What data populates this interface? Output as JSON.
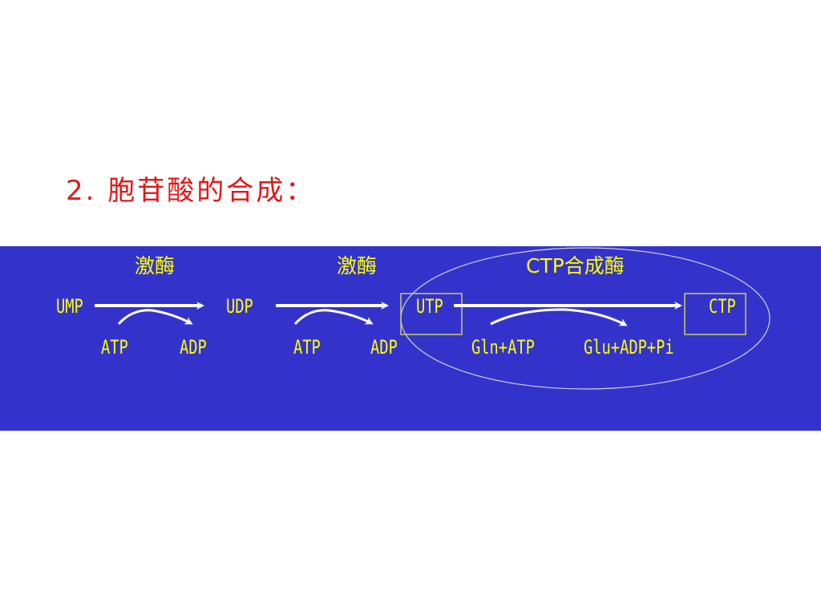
{
  "title": "2. 胞苷酸的合成：",
  "colors": {
    "title": "#e01818",
    "band": "#3333cc",
    "label": "#ffff00",
    "arrow": "#ffffff",
    "box": "#cccc66",
    "ellipse": "#d0d0e0"
  },
  "enzymes": {
    "step1": "激酶",
    "step2": "激酶",
    "step3": "CTP合成酶"
  },
  "compounds": {
    "ump": "UMP",
    "udp": "UDP",
    "utp": "UTP",
    "ctp": "CTP"
  },
  "cofactors": {
    "step1_in": "ATP",
    "step1_out": "ADP",
    "step2_in": "ATP",
    "step2_out": "ADP",
    "step3_in": "Gln+ATP",
    "step3_out": "Glu+ADP+Pi"
  }
}
